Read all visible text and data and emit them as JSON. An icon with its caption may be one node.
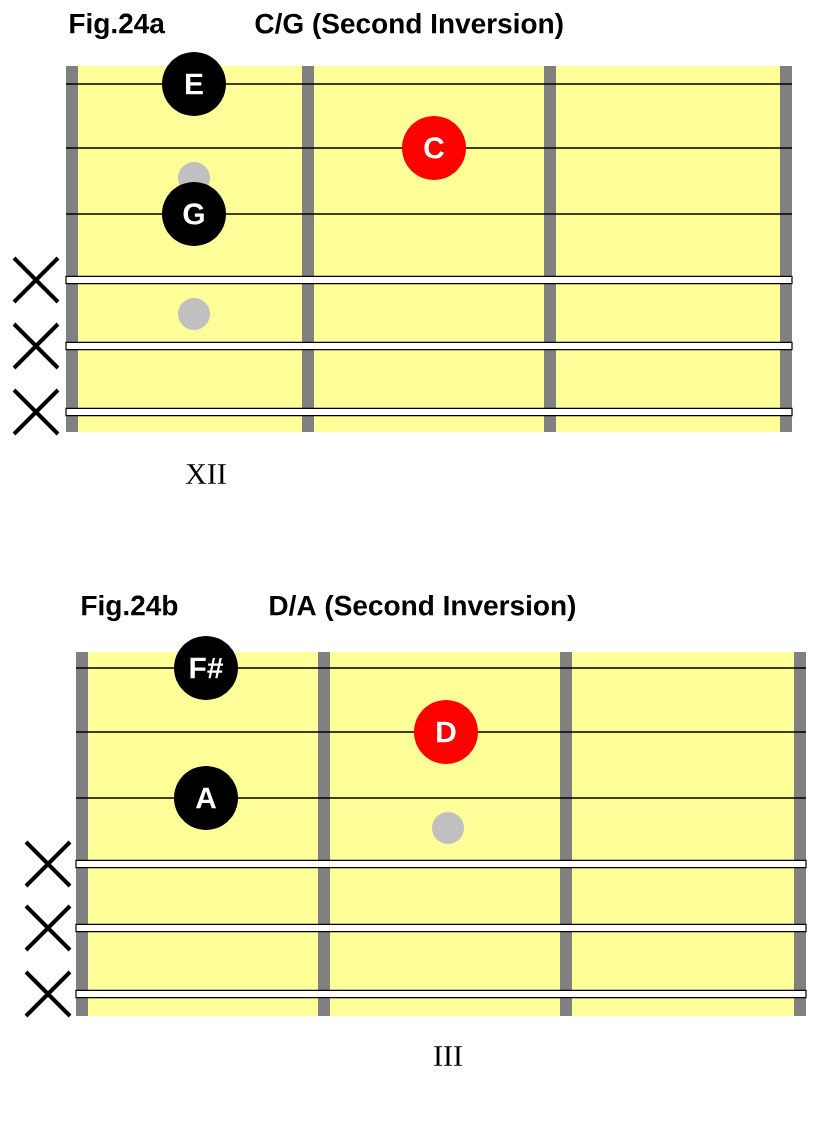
{
  "diagram": {
    "nodes": [
      {
        "text": [
          "E"
        ]
      },
      {
        "text": [
          "G"
        ]
      },
      {
        "text": [
          "C"
        ]
      },
      {
        "text": [
          "F#"
        ]
      },
      {
        "text": [
          "A"
        ]
      },
      {
        "text": [
          "D"
        ]
      }
    ],
    "labels": [
      "Fig.24a",
      "C/G (Second Inversion)",
      "XII",
      "Fig.24b",
      "D/A (Second Inversion)",
      "III"
    ]
  }
}
